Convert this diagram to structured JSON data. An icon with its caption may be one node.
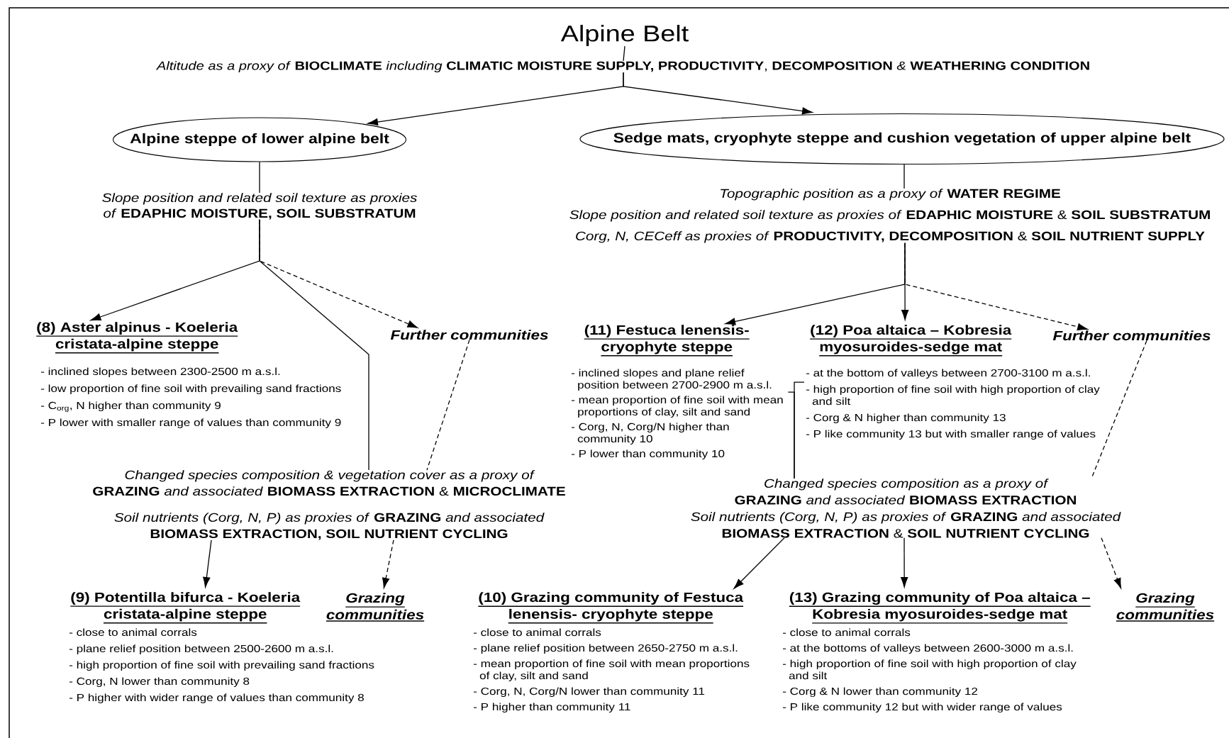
{
  "diagram": {
    "nodes": [
      {
        "text": [
          "Alpine Belt"
        ]
      },
      {
        "text": [
          "*Altitude as a proxy of* **BIOCLIMATE** *including* **CLIMATIC MOISTURE SUPPLY, PRODUCTIVITY**, **DECOMPOSITION** *&* **WEATHERING CONDITION**"
        ]
      },
      {
        "text": [
          "Alpine steppe of lower alpine belt"
        ]
      },
      {
        "text": [
          "Sedge mats, cryophyte steppe and cushion vegetation of upper alpine belt"
        ]
      },
      {
        "text": [
          "*Slope position and related soil texture as proxies of* **EDAPHIC MOISTURE, SOIL SUBSTRATUM**"
        ]
      },
      {
        "text": [
          "*Topographic position as a proxy of* **WATER REGIME**",
          "*Slope position and related soil texture as proxies of* **EDAPHIC MOISTURE** & **SOIL SUBSTRATUM**",
          "*Corg, N, CECeff as proxies of* **PRODUCTIVITY, DECOMPOSITION** & **SOIL NUTRIENT SUPPLY**"
        ]
      },
      {
        "text": [
          "(8) Aster alpinus - Koeleria cristata-alpine steppe",
          "- inclined slopes between 2300-2500 m a.s.l.",
          "- low proportion of fine soil with prevailing sand fractions",
          "- C$_{org}$, N higher than community 9",
          "- P lower with smaller range of values than community 9"
        ]
      },
      {
        "text": [
          "Further communities"
        ]
      },
      {
        "text": [
          "(11) Festuca lenensis- cryophyte steppe",
          "- inclined slopes and plane relief position between 2700-2900 m a.s.l.",
          "- mean proportion of fine soil with mean proportions of clay, silt and sand",
          "- Corg, N, Corg/N higher than community 10",
          "- P lower than community 10"
        ]
      },
      {
        "text": [
          "(12) Poa altaica – Kobresia myosuroides-sedge mat",
          "- at the bottom of valleys between 2700-3100 m a.s.l.",
          "- high proportion of fine soil with high proportion of clay and silt",
          "- Corg & N higher than community 13",
          "- P like community 13 but with smaller range of values"
        ]
      },
      {
        "text": [
          "Further communities"
        ]
      },
      {
        "text": [
          "*Changed species composition & vegetation cover as a proxy of* **GRAZING** *and associated* **BIOMASS EXTRACTION** & **MICROCLIMATE**",
          "*Soil nutrients (Corg, N, P) as proxies of* **GRAZING** *and associated* **BIOMASS EXTRACTION, SOIL NUTRIENT CYCLING**"
        ]
      },
      {
        "text": [
          "*Changed species composition as a proxy of* **GRAZING** *and associated* **BIOMASS EXTRACTION**",
          "*Soil nutrients (Corg, N, P) as proxies of* **GRAZING** *and associated* **BIOMASS EXTRACTION** & **SOIL NUTRIENT CYCLING**"
        ]
      },
      {
        "text": [
          "(9) Potentilla bifurca - Koeleria cristata-alpine steppe",
          "- close to animal corrals",
          "- plane relief position between 2500-2600 m a.s.l.",
          "- high proportion of fine soil with prevailing sand fractions",
          "- Corg, N lower than community 8",
          "- P higher with wider range of values than community 8"
        ]
      },
      {
        "text": [
          "Grazing communities"
        ]
      },
      {
        "text": [
          "(10) Grazing community of Festuca lenensis- cryophyte steppe",
          "- close to animal corrals",
          "- plane relief position between 2650-2750 m a.s.l.",
          "- mean proportion of fine soil with mean proportions of clay, silt and sand",
          "- Corg, N, Corg/N lower than community 11",
          "- P higher than community 11"
        ]
      },
      {
        "text": [
          "(13) Grazing community of Poa altaica – Kobresia myosuroides-sedge mat",
          "- close to animal corrals",
          "- at the bottoms of valleys between 2600-3000 m a.s.l.",
          "- high proportion of fine soil with high proportion of clay and silt",
          "- Corg & N lower than community 12",
          "- P like community 12 but with wider range of values"
        ]
      },
      {
        "text": [
          "Grazing communities"
        ]
      }
    ],
    "edges": [
      {
        "from": 0,
        "to": 1,
        "arrow": "none"
      },
      {
        "from": 1,
        "to": 2,
        "arrow": "to"
      },
      {
        "from": 1,
        "to": 3,
        "arrow": "to"
      },
      {
        "from": 2,
        "to": 4,
        "arrow": "none"
      },
      {
        "from": 3,
        "to": 5,
        "arrow": "none"
      },
      {
        "from": 4,
        "to": 6,
        "arrow": "to"
      },
      {
        "from": 4,
        "to": 7,
        "arrow": "to",
        "style": "dashed"
      },
      {
        "from": 4,
        "to": 11,
        "arrow": "none"
      },
      {
        "from": 7,
        "to": 11,
        "arrow": "none",
        "style": "dashed"
      },
      {
        "from": 5,
        "to": 8,
        "arrow": "to"
      },
      {
        "from": 5,
        "to": 9,
        "arrow": "to"
      },
      {
        "from": 5,
        "to": 10,
        "arrow": "to",
        "style": "dashed"
      },
      {
        "from": 8,
        "to": 12,
        "arrow": "none"
      },
      {
        "from": 9,
        "to": 12,
        "arrow": "none"
      },
      {
        "from": 10,
        "to": 12,
        "arrow": "none",
        "style": "dashed"
      },
      {
        "from": 11,
        "to": 13,
        "arrow": "to"
      },
      {
        "from": 11,
        "to": 14,
        "arrow": "to",
        "style": "dashed"
      },
      {
        "from": 12,
        "to": 15,
        "arrow": "to"
      },
      {
        "from": 12,
        "to": 16,
        "arrow": "to"
      },
      {
        "from": 12,
        "to": 17,
        "arrow": "to",
        "style": "dashed"
      }
    ]
  }
}
